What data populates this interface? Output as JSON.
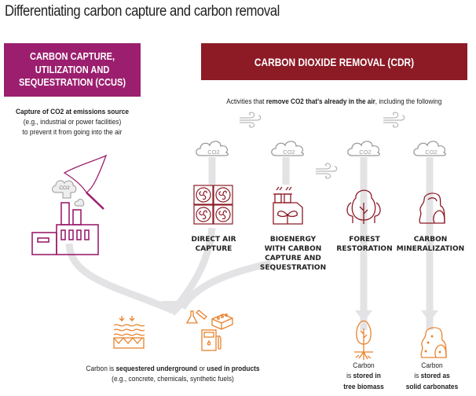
{
  "title": "Differentiating carbon capture and carbon removal",
  "ccus": {
    "heading": "CARBON CAPTURE,\nUTILIZATION AND\nSEQUESTRATION (CCUS)",
    "color": "#9b1f6e",
    "desc_bold": "Capture of CO2 at emissions source",
    "desc_line2": "(e.g., industrial or power facilities)",
    "desc_line3": "to prevent it from going into the air",
    "icon": "factory-with-net-icon",
    "cloud_label": "CO2"
  },
  "cdr": {
    "heading": "CARBON DIOXIDE REMOVAL (CDR)",
    "color": "#8c1b26",
    "desc_pre": "Activities that ",
    "desc_bold": "remove CO2 that's already in the air",
    "desc_post": ", including the following",
    "methods": [
      {
        "label": "DIRECT AIR\nCAPTURE",
        "icon": "fan-array-icon",
        "cloud_label": "CO2"
      },
      {
        "label": "BIOENERGY\nWITH CARBON\nCAPTURE AND\nSEQUESTRATION",
        "icon": "bioenergy-plant-icon",
        "cloud_label": "CO2"
      },
      {
        "label": "FOREST\nRESTORATION",
        "icon": "forest-icon",
        "cloud_label": "CO2"
      },
      {
        "label": "CARBON\nMINERALIZATION",
        "icon": "rock-icon",
        "cloud_label": "CO2"
      }
    ]
  },
  "outcomes": {
    "sequestered": {
      "pre": "Carbon is ",
      "bold1": "sequestered underground",
      "mid": " or ",
      "bold2": "used in products",
      "line2": "(e.g., concrete, chemicals, synthetic fuels)",
      "icons": [
        "underground-storage-icon",
        "lab-flask-icon",
        "brick-icon",
        "fuel-pump-icon"
      ]
    },
    "tree_biomass": {
      "line1": "Carbon",
      "pre": "is ",
      "bold1": "stored in",
      "bold2": "tree biomass",
      "icon": "tree-with-roots-icon"
    },
    "solid_carbonates": {
      "line1": "Carbon",
      "pre": "is ",
      "bold1": "stored as",
      "bold2": "solid carbonates",
      "icon": "carbonate-rock-icon"
    },
    "color": "#e8822d"
  },
  "colors": {
    "flow_gray": "#e3e3e5",
    "cloud_gray": "#9a9a9a",
    "wind_gray": "#a8a8a8"
  }
}
